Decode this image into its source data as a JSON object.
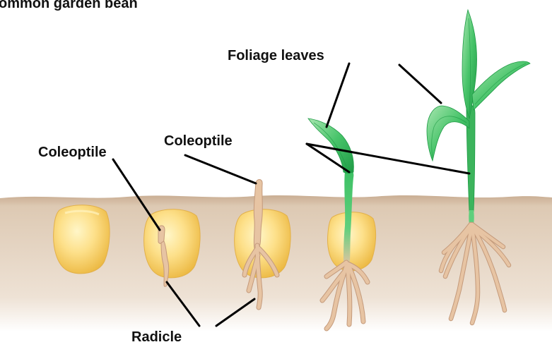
{
  "diagram": {
    "top_text": "ommon garden bean",
    "labels": {
      "foliage_leaves": "Foliage leaves",
      "coleoptile_left": "Coleoptile",
      "coleoptile_mid": "Coleoptile",
      "radicle": "Radicle"
    },
    "colors": {
      "soil_light": "#ddc9b3",
      "soil_dark": "#c9ad92",
      "kernel_light": "#fde79a",
      "kernel_dark": "#efbc3f",
      "root": "#e7c4a3",
      "root_stroke": "#c49a7b",
      "leaf_light": "#9ee0a6",
      "leaf": "#3fbf5f",
      "leaf_dark": "#1e9a45",
      "leader": "#000000"
    },
    "stages": [
      "kernel",
      "radicle-emerged",
      "coleoptile-emerged",
      "foliage-emerging",
      "seedling"
    ]
  }
}
